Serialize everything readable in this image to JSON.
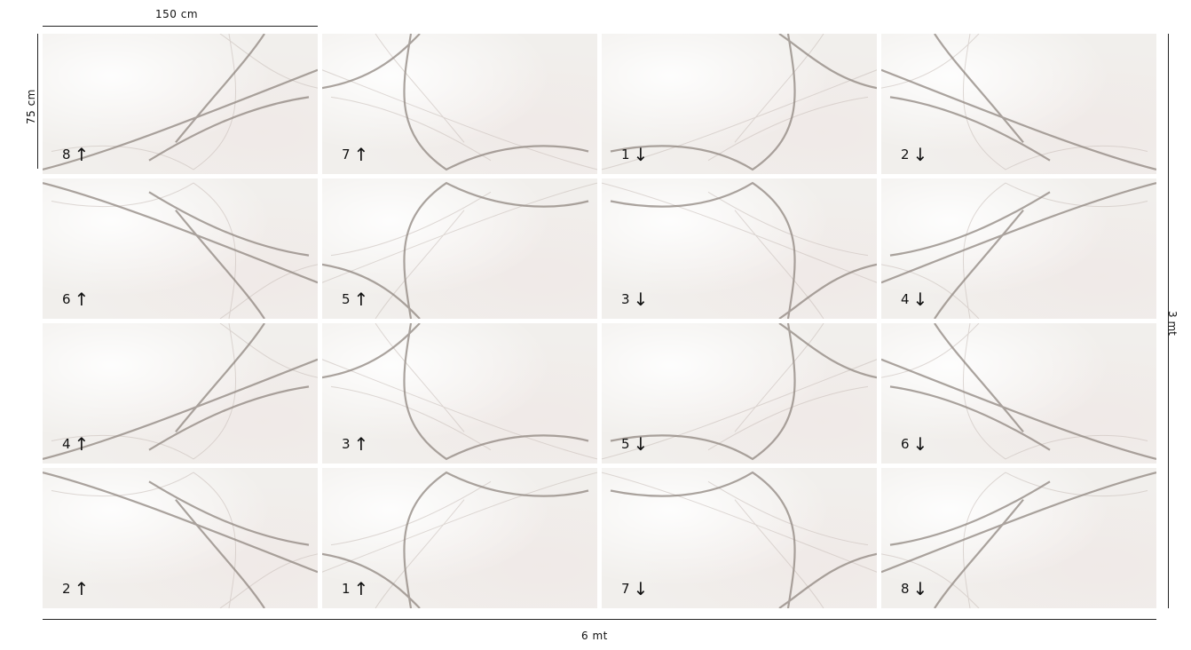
{
  "dimensions": {
    "top_width": "150 cm",
    "left_height": "75 cm",
    "bottom_width": "6 mt",
    "right_height": "3 mt"
  },
  "tiles": [
    {
      "number": "8",
      "direction": "up"
    },
    {
      "number": "7",
      "direction": "up"
    },
    {
      "number": "1",
      "direction": "down"
    },
    {
      "number": "2",
      "direction": "down"
    },
    {
      "number": "6",
      "direction": "up"
    },
    {
      "number": "5",
      "direction": "up"
    },
    {
      "number": "3",
      "direction": "down"
    },
    {
      "number": "4",
      "direction": "down"
    },
    {
      "number": "4",
      "direction": "up"
    },
    {
      "number": "3",
      "direction": "up"
    },
    {
      "number": "5",
      "direction": "down"
    },
    {
      "number": "6",
      "direction": "down"
    },
    {
      "number": "2",
      "direction": "up"
    },
    {
      "number": "1",
      "direction": "up"
    },
    {
      "number": "7",
      "direction": "down"
    },
    {
      "number": "8",
      "direction": "down"
    }
  ],
  "arrows": {
    "up": "↑",
    "down": "↓"
  },
  "colors": {
    "marble_base": "#f1efec",
    "vein_dark": "#8f857f",
    "vein_light": "#c9c0ba"
  }
}
